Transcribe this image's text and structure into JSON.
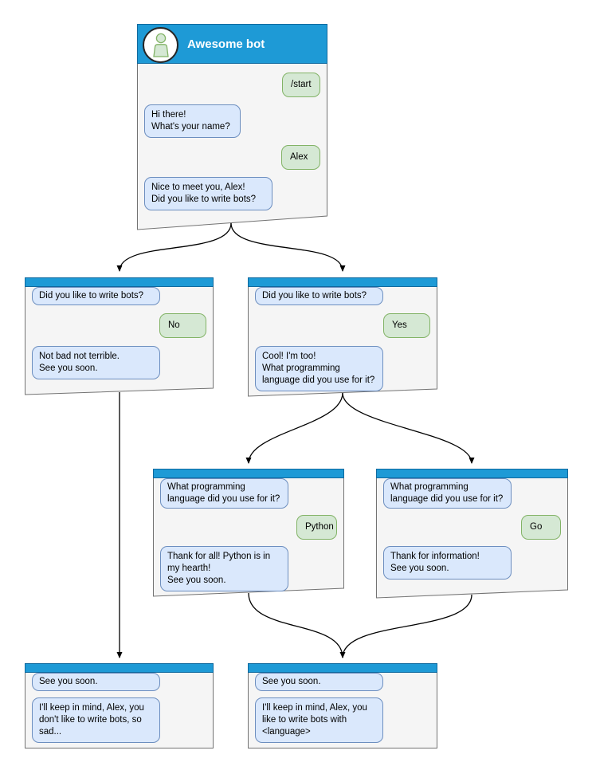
{
  "windows": [
    {
      "id": "start",
      "title": "Awesome bot",
      "bubbles": [
        {
          "kind": "user",
          "text": "/start"
        },
        {
          "kind": "bot",
          "text": "Hi there!\nWhat's your name?"
        },
        {
          "kind": "user",
          "text": "Alex"
        },
        {
          "kind": "bot",
          "text": "Nice to meet you, Alex!\nDid you like to write bots?"
        }
      ]
    },
    {
      "id": "branch-no",
      "bubbles": [
        {
          "kind": "echo",
          "text": "Did you like to write bots?"
        },
        {
          "kind": "user",
          "text": "No"
        },
        {
          "kind": "bot",
          "text": "Not bad not terrible.\nSee you soon."
        }
      ]
    },
    {
      "id": "branch-yes",
      "bubbles": [
        {
          "kind": "echo",
          "text": "Did you like to write bots?"
        },
        {
          "kind": "user",
          "text": "Yes"
        },
        {
          "kind": "bot",
          "text": "Cool! I'm too!\nWhat programming\nlanguage did you use for it?"
        }
      ]
    },
    {
      "id": "lang-python",
      "bubbles": [
        {
          "kind": "echo",
          "text": "What programming\nlanguage did you use for it?"
        },
        {
          "kind": "user",
          "text": "Python"
        },
        {
          "kind": "bot",
          "text": "Thank for all! Python is in\nmy hearth!\nSee you soon."
        }
      ]
    },
    {
      "id": "lang-go",
      "bubbles": [
        {
          "kind": "echo",
          "text": "What programming\nlanguage did you use for it?"
        },
        {
          "kind": "user",
          "text": "Go"
        },
        {
          "kind": "bot",
          "text": "Thank for information!\nSee you soon."
        }
      ]
    },
    {
      "id": "end-no",
      "bubbles": [
        {
          "kind": "echo",
          "text": "See you soon."
        },
        {
          "kind": "bot",
          "text": "I'll keep in mind, Alex, you\ndon't like to write bots, so\nsad..."
        }
      ]
    },
    {
      "id": "end-yes",
      "bubbles": [
        {
          "kind": "echo",
          "text": "See you soon."
        },
        {
          "kind": "bot",
          "text": "I'll keep in mind, Alex, you\nlike to write bots with\n<language>"
        }
      ]
    }
  ],
  "colors": {
    "header_blue": "#1e9ad6",
    "header_border": "#0f699e",
    "window_fill": "#f5f5f5",
    "window_border": "#737373",
    "bot_bubble_fill": "#dae8fc",
    "bot_bubble_border": "#6c8ebf",
    "user_bubble_fill": "#d5e8d4",
    "user_bubble_border": "#82b366",
    "avatar_icon_fill": "#d5e8d4",
    "avatar_icon_stroke": "#82b366",
    "connector": "#000000"
  }
}
